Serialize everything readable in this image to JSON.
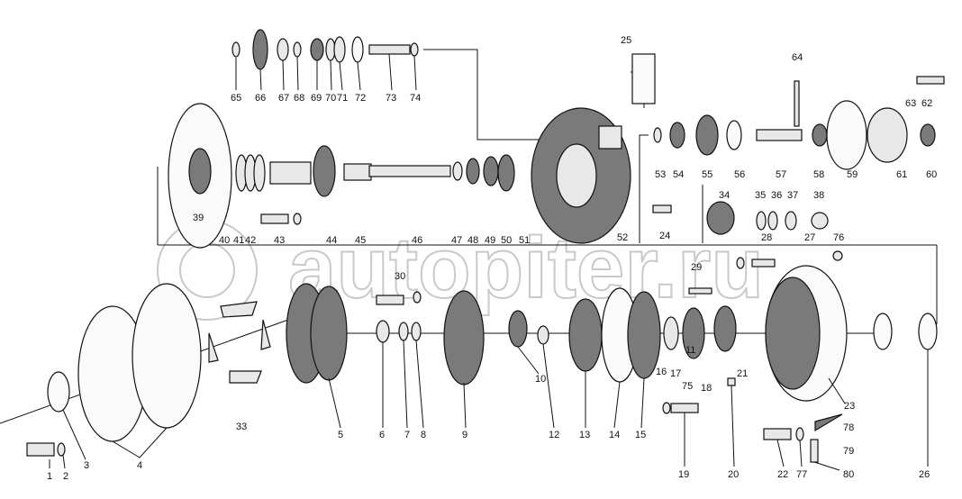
{
  "watermark": {
    "text": "autopiter.ru"
  },
  "labels": [
    "1",
    "2",
    "3",
    "4",
    "5",
    "6",
    "7",
    "8",
    "9",
    "10",
    "11",
    "12",
    "13",
    "14",
    "15",
    "16",
    "17",
    "18",
    "19",
    "20",
    "21",
    "22",
    "23",
    "24",
    "25",
    "26",
    "27",
    "28",
    "29",
    "30",
    "33",
    "34",
    "35",
    "36",
    "37",
    "38",
    "39",
    "40",
    "41",
    "42",
    "43",
    "44",
    "45",
    "46",
    "47",
    "48",
    "49",
    "50",
    "51",
    "52",
    "53",
    "54",
    "55",
    "56",
    "57",
    "58",
    "59",
    "60",
    "61",
    "62",
    "63",
    "64",
    "65",
    "66",
    "67",
    "68",
    "69",
    "70",
    "71",
    "72",
    "73",
    "74",
    "75",
    "76",
    "77",
    "78",
    "79",
    "80"
  ]
}
